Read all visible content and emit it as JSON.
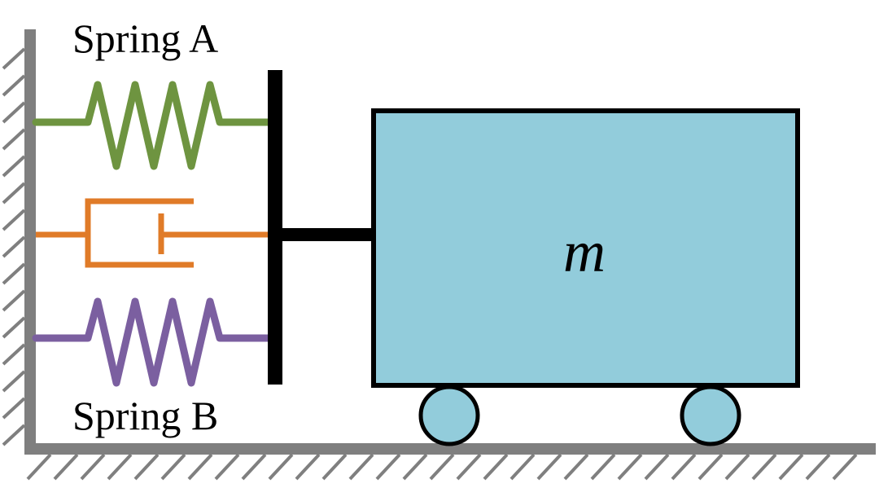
{
  "labels": {
    "spring_a": "Spring A",
    "spring_b": "Spring B",
    "mass": "m"
  },
  "colors": {
    "ground": "#7f7f7f",
    "spring_a": "#6e9440",
    "damper": "#e07b28",
    "spring_b": "#7b5fa0",
    "mass_fill": "#92ccdb",
    "outline": "#000000"
  }
}
